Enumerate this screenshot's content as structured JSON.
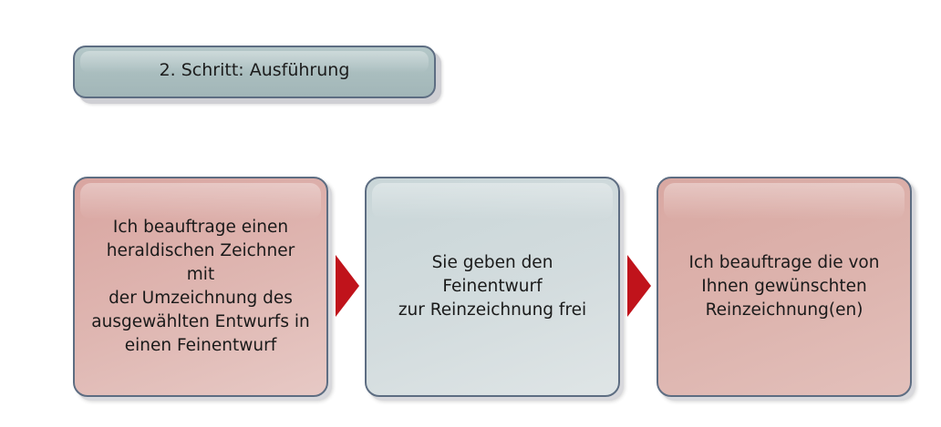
{
  "title": {
    "text": "2. Schritt: Ausführung"
  },
  "steps": [
    {
      "text": "Ich beauftrage einen\nheraldischen Zeichner mit\nder Umzeichnung des\nausgewählten Entwurfs in\neinen Feinentwurf",
      "color": "#dfb7b2"
    },
    {
      "text": "Sie geben den Feinentwurf\nzur Reinzeichnung frei",
      "color": "#d3dcde"
    },
    {
      "text": "Ich beauftrage die von\nIhnen gewünschten\nReinzeichnung(en)",
      "color": "#ddb4ae"
    }
  ],
  "arrows": {
    "color": "#c0131b",
    "icon": "chevron-right-icon"
  },
  "border_color": "#5d6d82"
}
